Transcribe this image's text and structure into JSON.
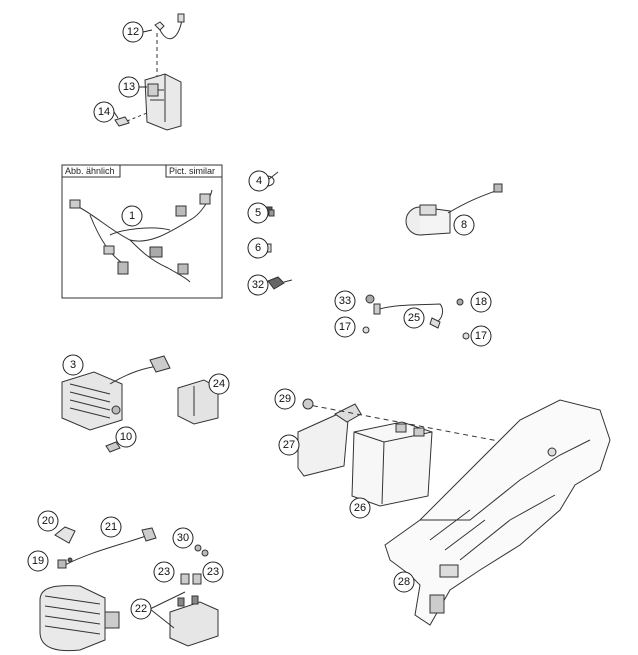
{
  "inset": {
    "left_label": "Abb. ähnlich",
    "right_label": "Pict. similar"
  },
  "callouts": {
    "c1": "1",
    "c3": "3",
    "c4": "4",
    "c5": "5",
    "c6": "6",
    "c8": "8",
    "c10": "10",
    "c12": "12",
    "c13": "13",
    "c14": "14",
    "c17a": "17",
    "c17b": "17",
    "c18": "18",
    "c19": "19",
    "c20": "20",
    "c21": "21",
    "c22": "22",
    "c23a": "23",
    "c23b": "23",
    "c24": "24",
    "c25": "25",
    "c26": "26",
    "c27": "27",
    "c28": "28",
    "c29": "29",
    "c30": "30",
    "c32": "32",
    "c33": "33"
  }
}
